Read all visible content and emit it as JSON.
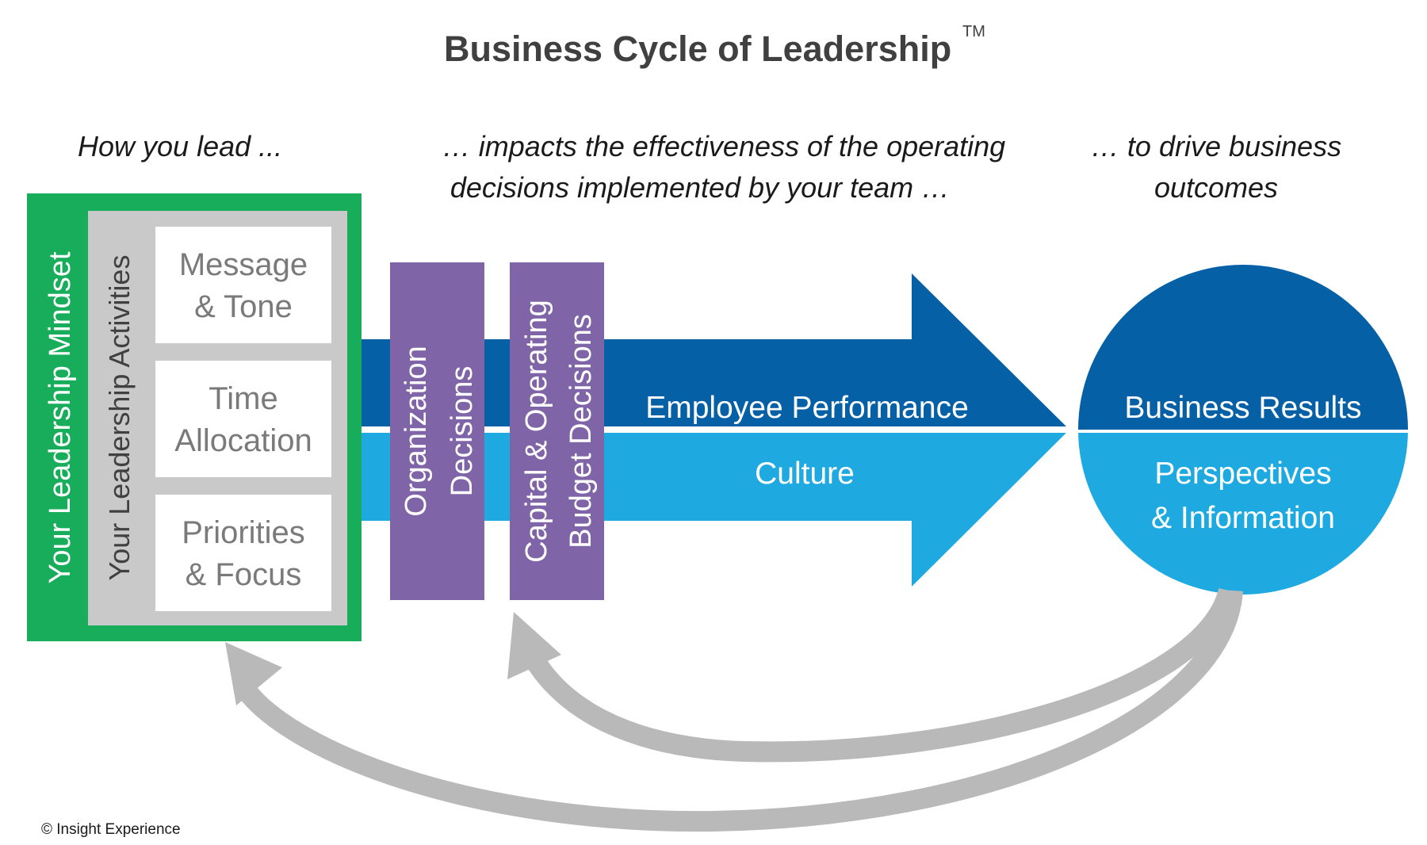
{
  "title": "Business Cycle of Leadership",
  "trademark": "TM",
  "captions": {
    "left": "How you lead ...",
    "middle_line1": "… impacts the effectiveness of the operating",
    "middle_line2": "decisions implemented by your team …",
    "right_line1": "… to drive business",
    "right_line2": "outcomes"
  },
  "mindset": {
    "label": "Your Leadership Mindset",
    "color": "#18ad5a"
  },
  "activities": {
    "label": "Your Leadership Activities",
    "color": "#c9c9c9",
    "items": [
      {
        "line1": "Message",
        "line2": "& Tone"
      },
      {
        "line1": "Time",
        "line2": "Allocation"
      },
      {
        "line1": "Priorities",
        "line2": "& Focus"
      }
    ]
  },
  "decisions": {
    "color": "#8064a8",
    "org_line1": "Organization",
    "org_line2": "Decisions",
    "cap_line1": "Capital & Operating",
    "cap_line2": "Budget Decisions"
  },
  "arrow": {
    "top_label": "Employee Performance",
    "bottom_label": "Culture",
    "dark_color": "#0560a6",
    "light_color": "#1eaae1"
  },
  "circle": {
    "top_label": "Business Results",
    "bottom_line1": "Perspectives",
    "bottom_line2": "& Information"
  },
  "feedback_color": "#b9b9b9",
  "copyright": "© Insight Experience"
}
